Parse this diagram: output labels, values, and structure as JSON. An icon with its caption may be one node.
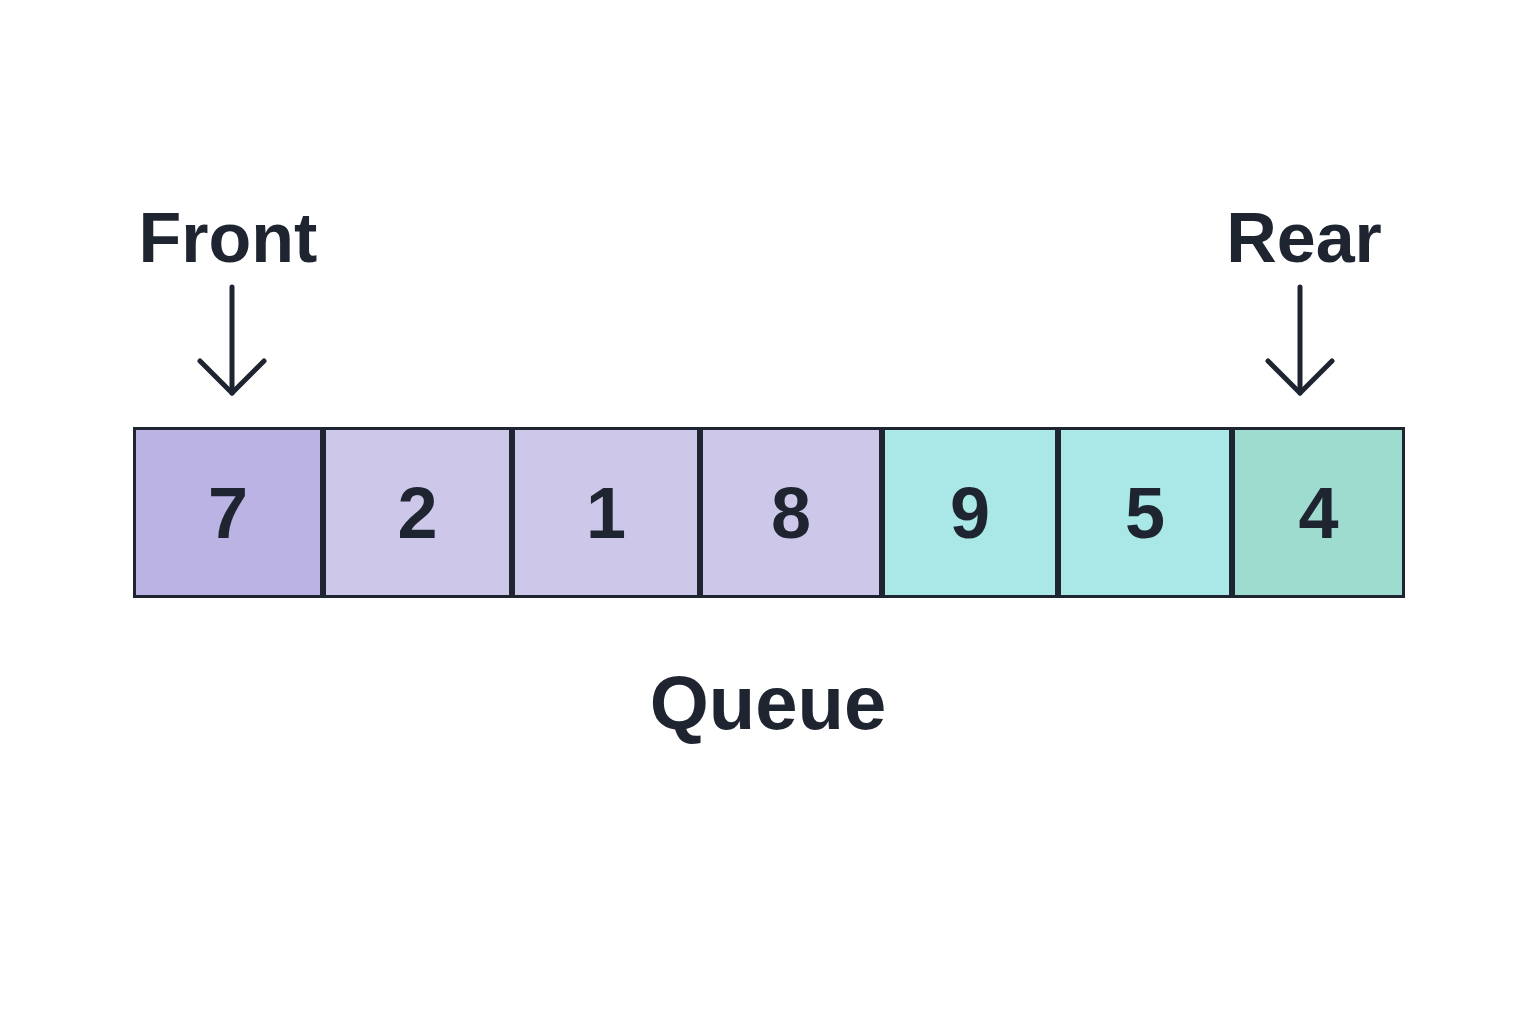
{
  "diagram": {
    "caption": "Queue",
    "nodes": [
      {
        "text": [
          "Front"
        ]
      },
      {
        "text": [
          "Rear"
        ]
      },
      {
        "text": [],
        "shape": "box"
      },
      {
        "text": [
          "7"
        ],
        "in": 2
      },
      {
        "text": [
          "2"
        ],
        "in": 2
      },
      {
        "text": [
          "1"
        ],
        "in": 2
      },
      {
        "text": [
          "8"
        ],
        "in": 2
      },
      {
        "text": [
          "9"
        ],
        "in": 2
      },
      {
        "text": [
          "5"
        ],
        "in": 2
      },
      {
        "text": [
          "4"
        ],
        "in": 2
      }
    ],
    "edges": [
      {
        "from": 0,
        "to": 3,
        "arrow": "to"
      },
      {
        "from": 1,
        "to": 9,
        "arrow": "to"
      }
    ]
  }
}
